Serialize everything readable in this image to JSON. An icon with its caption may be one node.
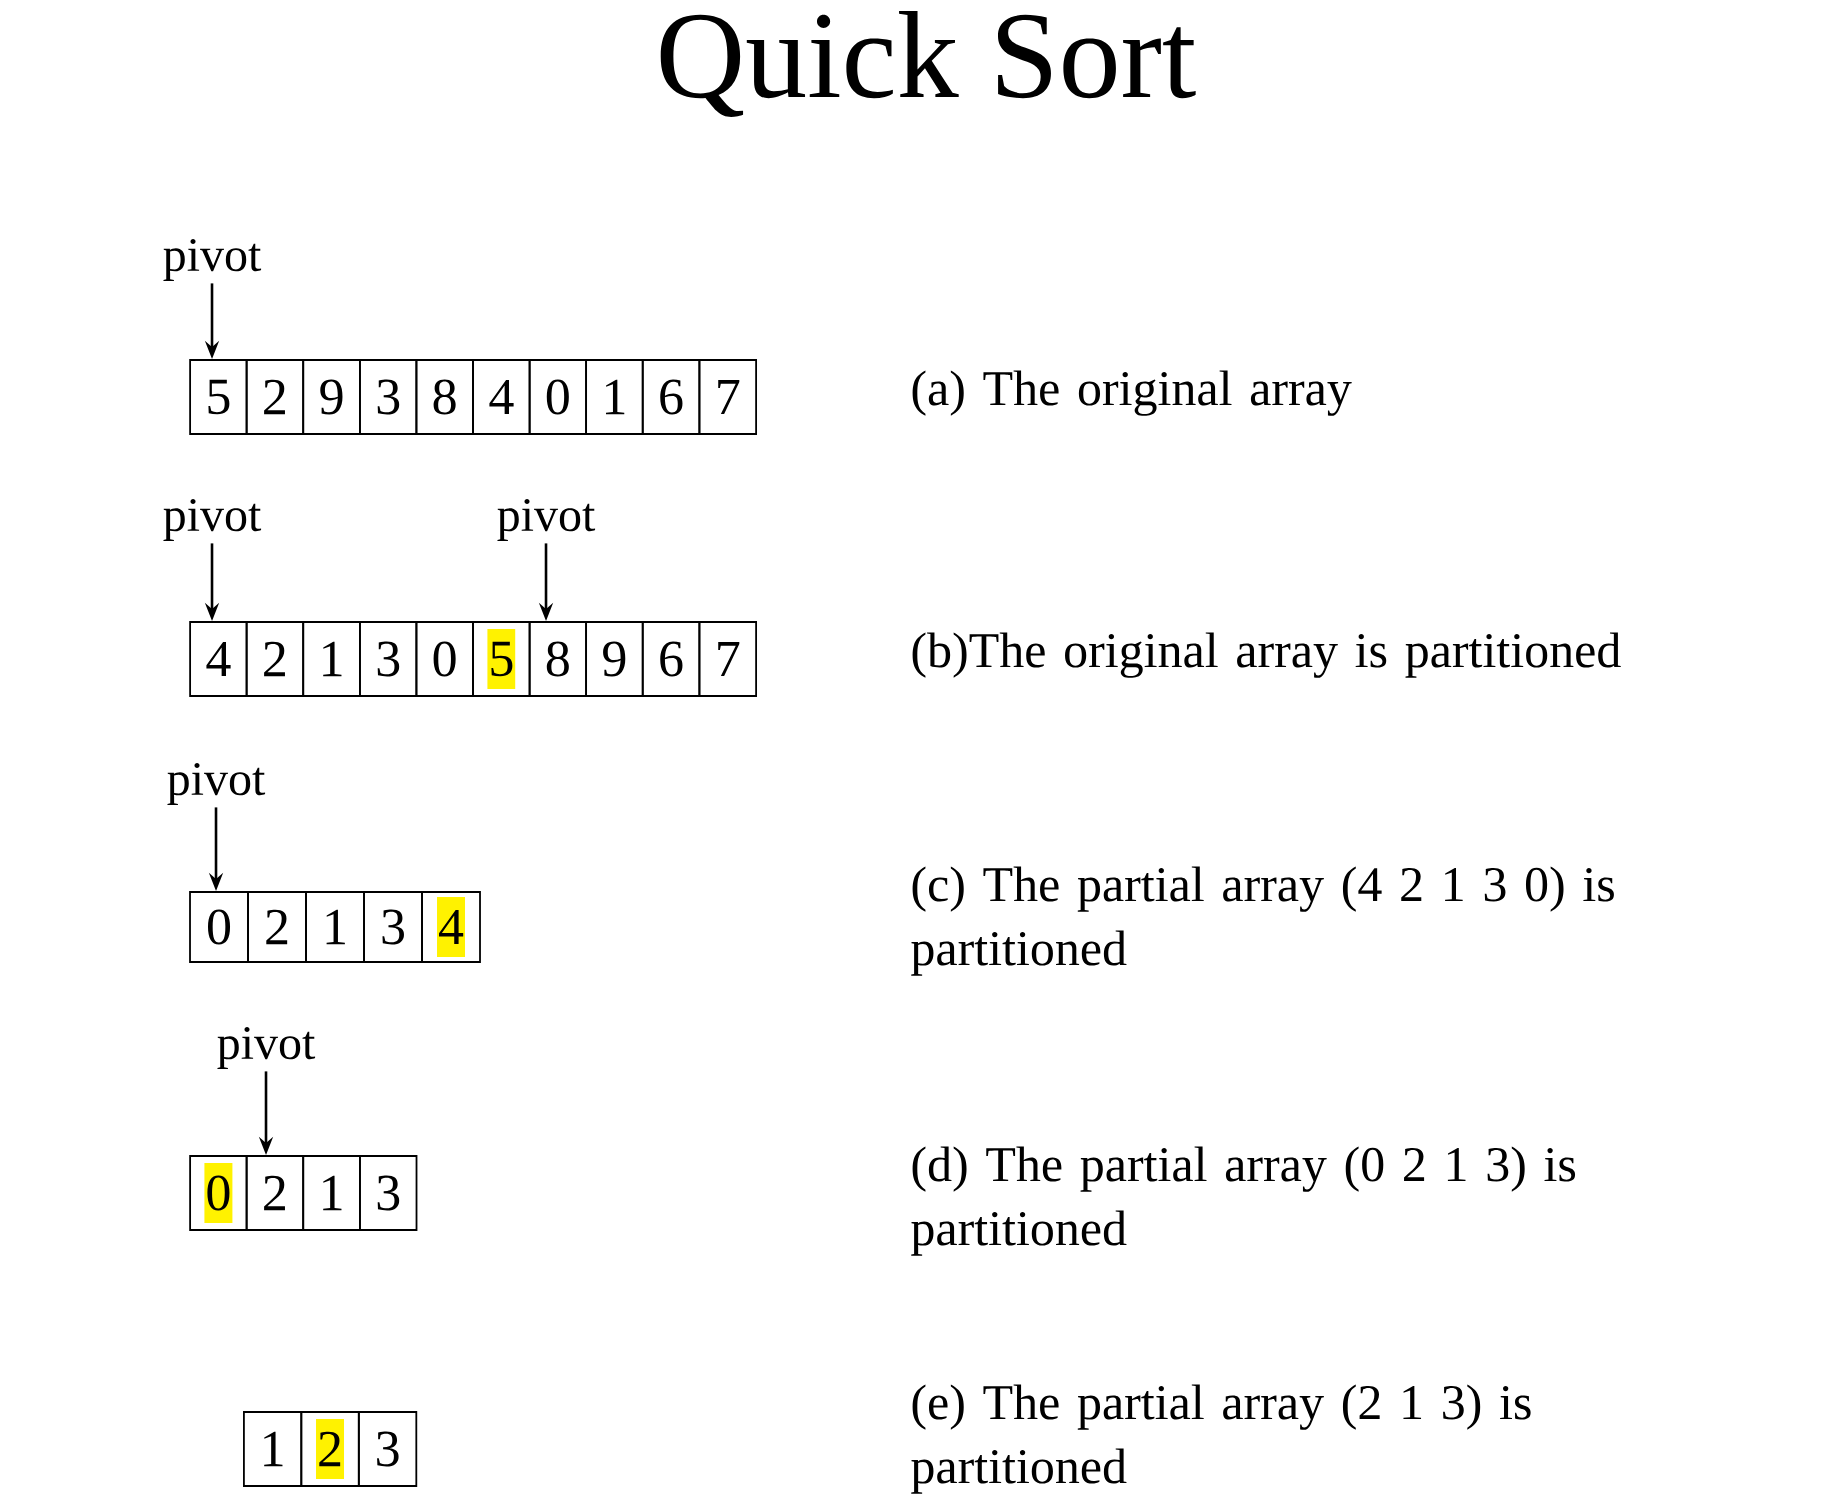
{
  "diagram": {
    "title": "Quick Sort",
    "nodes": [
      {
        "text": [
          "pivot"
        ]
      },
      {
        "text": [
          "5"
        ]
      },
      {
        "text": [
          "2"
        ]
      },
      {
        "text": [
          "9"
        ]
      },
      {
        "text": [
          "3"
        ]
      },
      {
        "text": [
          "8"
        ]
      },
      {
        "text": [
          "4"
        ]
      },
      {
        "text": [
          "0"
        ]
      },
      {
        "text": [
          "1"
        ]
      },
      {
        "text": [
          "6"
        ]
      },
      {
        "text": [
          "7"
        ]
      },
      {
        "text": [
          "pivot"
        ]
      },
      {
        "text": [
          "pivot"
        ]
      },
      {
        "text": [
          "4"
        ]
      },
      {
        "text": [
          "2"
        ]
      },
      {
        "text": [
          "1"
        ]
      },
      {
        "text": [
          "3"
        ]
      },
      {
        "text": [
          "0"
        ]
      },
      {
        "text": [
          "5"
        ]
      },
      {
        "text": [
          "8"
        ]
      },
      {
        "text": [
          "9"
        ]
      },
      {
        "text": [
          "6"
        ]
      },
      {
        "text": [
          "7"
        ]
      },
      {
        "text": [
          "pivot"
        ]
      },
      {
        "text": [
          "0"
        ]
      },
      {
        "text": [
          "2"
        ]
      },
      {
        "text": [
          "1"
        ]
      },
      {
        "text": [
          "3"
        ]
      },
      {
        "text": [
          "4"
        ]
      },
      {
        "text": [
          "pivot"
        ]
      },
      {
        "text": [
          "0"
        ]
      },
      {
        "text": [
          "2"
        ]
      },
      {
        "text": [
          "1"
        ]
      },
      {
        "text": [
          "3"
        ]
      },
      {
        "text": [
          "1"
        ]
      },
      {
        "text": [
          "2"
        ]
      },
      {
        "text": [
          "3"
        ]
      }
    ],
    "edges": [
      {
        "from": 0,
        "to": 1,
        "arrow": "to"
      },
      {
        "from": 11,
        "to": 13,
        "arrow": "to"
      },
      {
        "from": 12,
        "to": 19,
        "arrow": "to"
      },
      {
        "from": 23,
        "to": 24,
        "arrow": "to"
      },
      {
        "from": 29,
        "to": 31,
        "arrow": "to"
      }
    ],
    "labels": [
      "(a) The original array",
      "(b)The original array is partitioned",
      "(c) The partial array (4 2 1 3 0) is partitioned",
      "(d) The partial array (0 2 1 3) is partitioned",
      "(e) The partial array (2 1 3) is partitioned"
    ]
  }
}
